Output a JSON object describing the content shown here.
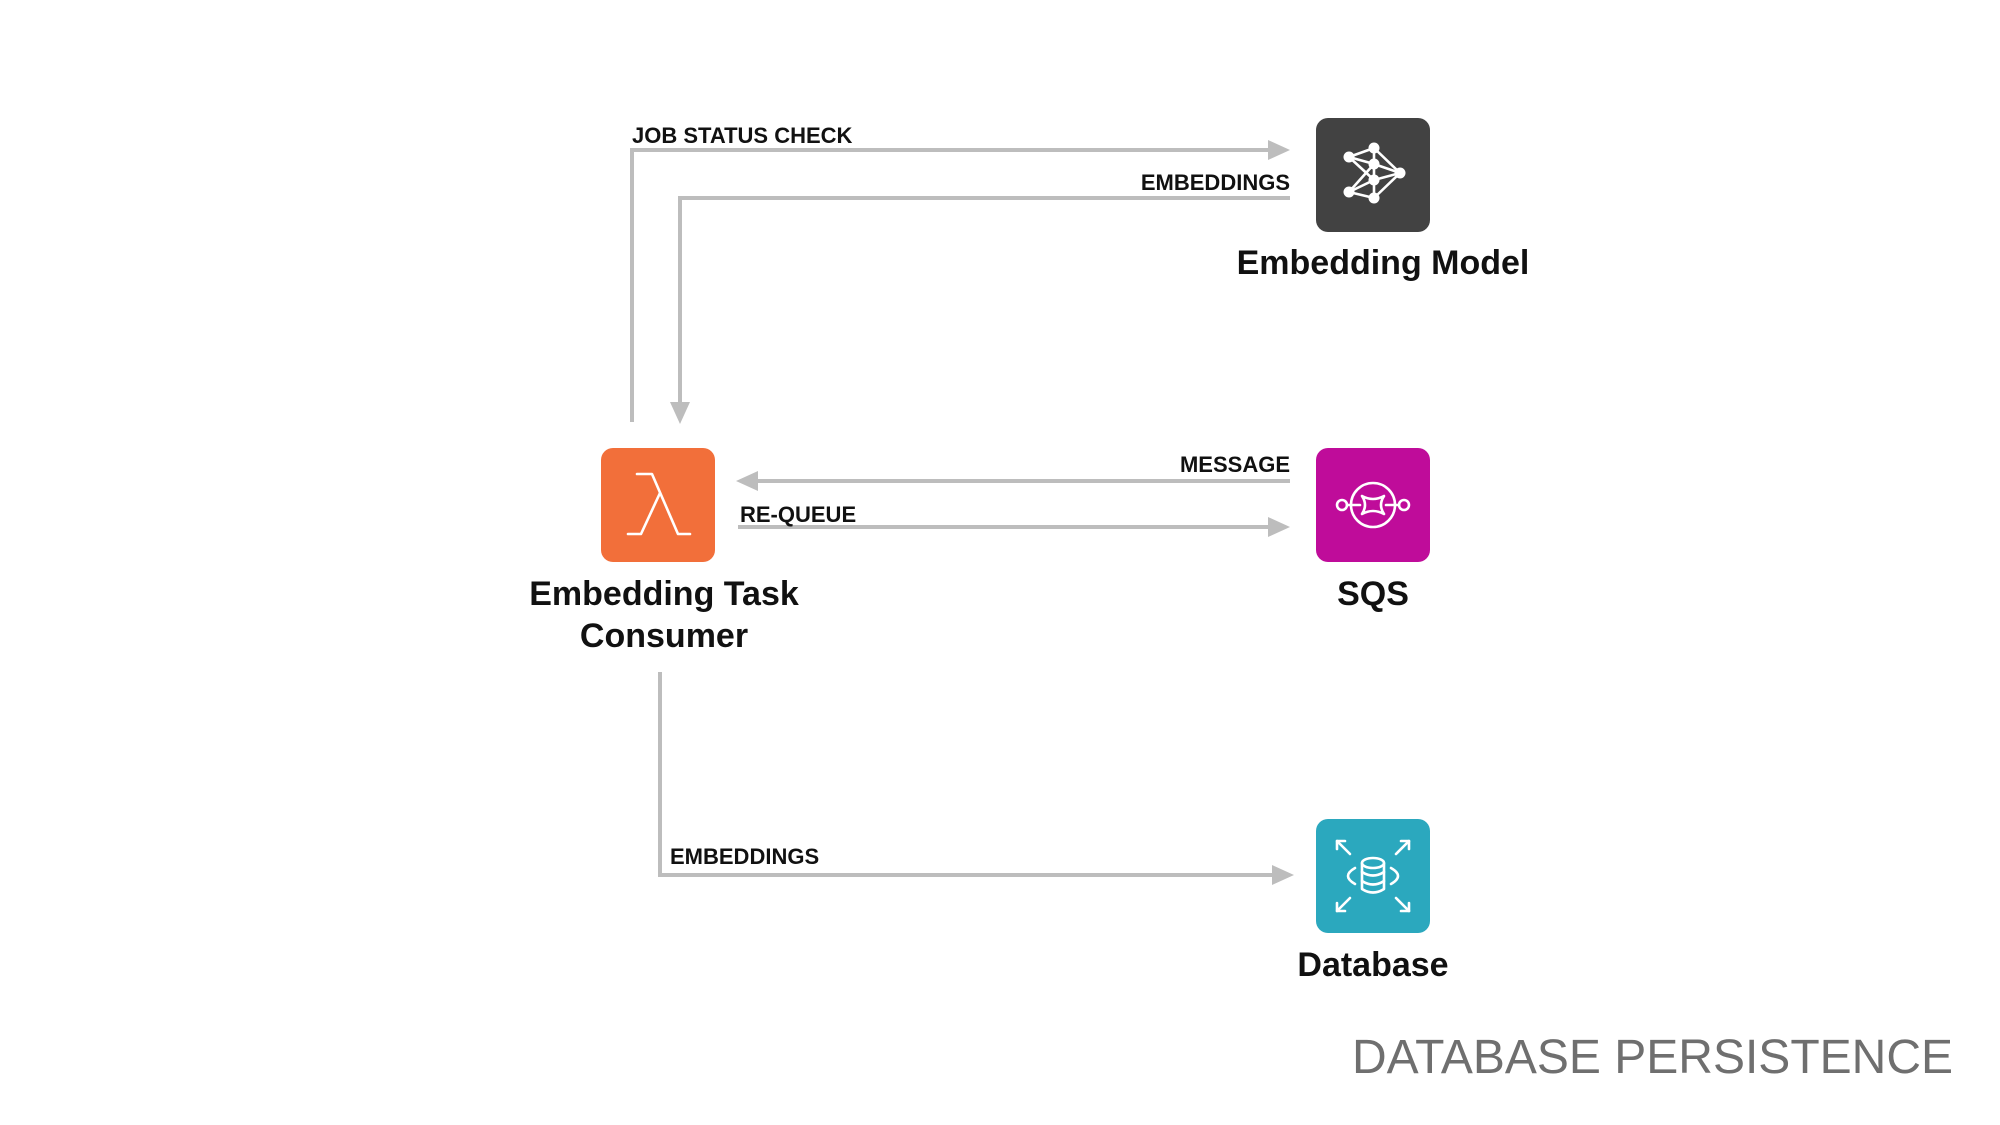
{
  "nodes": {
    "lambda": {
      "label_line1": "Embedding Task",
      "label_line2": "Consumer",
      "icon": "lambda-icon",
      "color": "#F26F3A"
    },
    "model": {
      "label": "Embedding Model",
      "icon": "neural-network-icon",
      "color": "#424242"
    },
    "sqs": {
      "label": "SQS",
      "icon": "sqs-queue-icon",
      "color": "#BF0C9A"
    },
    "database": {
      "label": "Database",
      "icon": "database-icon",
      "color": "#2BA8BE"
    }
  },
  "edges": {
    "job_status_check": "JOB STATUS CHECK",
    "embeddings_from_model": "EMBEDDINGS",
    "message": "MESSAGE",
    "requeue": "RE-QUEUE",
    "embeddings_to_db": "EMBEDDINGS"
  },
  "footer": {
    "title": "DATABASE PERSISTENCE"
  },
  "colors": {
    "connector": "#BDBDBD",
    "text": "#111111",
    "footer_text": "#6F6F6F"
  }
}
